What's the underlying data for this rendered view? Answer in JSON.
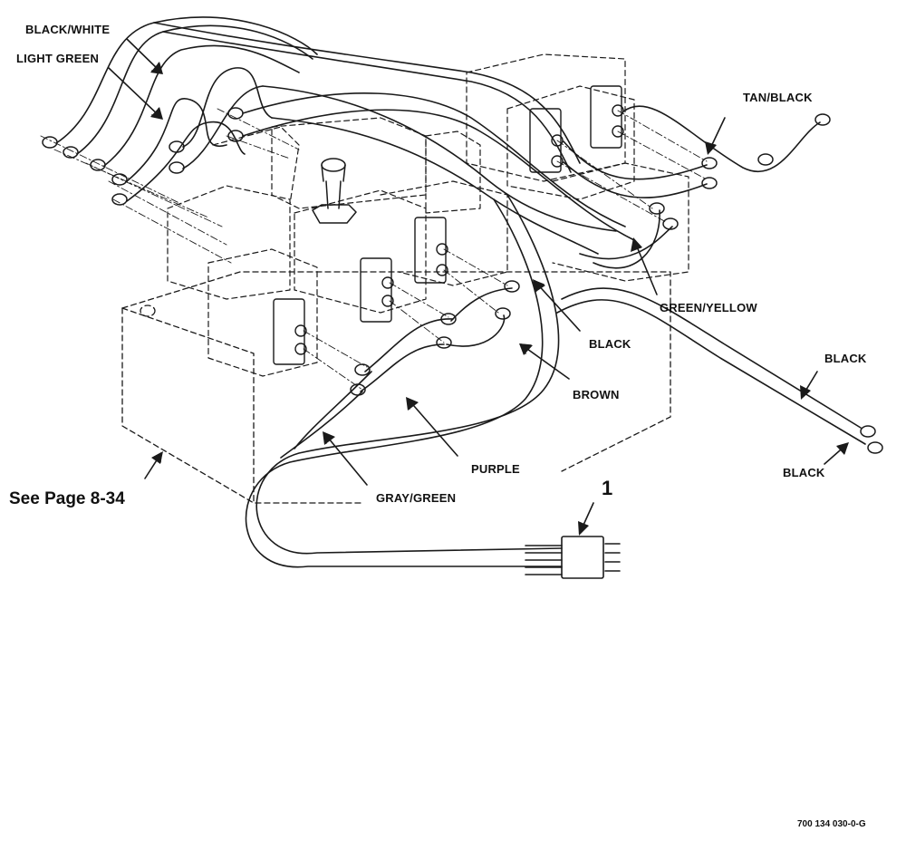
{
  "labels": {
    "black_white": "BLACK/WHITE",
    "light_green": "LIGHT GREEN",
    "tan_black": "TAN/BLACK",
    "green_yellow": "GREEN/YELLOW",
    "black_1": "BLACK",
    "brown": "BROWN",
    "black_2": "BLACK",
    "black_3": "BLACK",
    "purple": "PURPLE",
    "gray_green": "GRAY/GREEN",
    "see_page": "See Page 8-34",
    "item_number": "1",
    "figure_id": "700 134 030-0-G"
  }
}
